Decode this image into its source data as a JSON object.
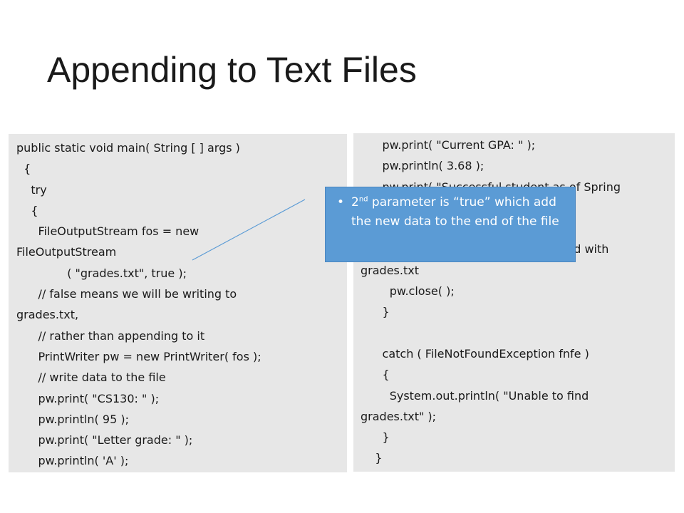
{
  "slide": {
    "title": "Appending to Text Files"
  },
  "left_code": [
    "public static void main( String [ ] args )",
    "  {",
    "    try",
    "    {",
    "      FileOutputStream fos = new",
    "FileOutputStream",
    "              ( \"grades.txt\", true );",
    "      // false means we will be writing to",
    "grades.txt,",
    "      // rather than appending to it",
    "      PrintWriter pw = new PrintWriter( fos );",
    "      // write data to the file",
    "      pw.print( \"CS130: \" );",
    "      pw.println( 95 );",
    "      pw.print( \"Letter grade: \" );",
    "      pw.println( 'A' );"
  ],
  "right_code": [
    "      pw.print( \"Current GPA: \" );",
    "      pw.println( 3.68 );",
    "      pw.print( \"Successful student as of Spring",
    "",
    "",
    "      // release the resources associated with",
    "grades.txt",
    "        pw.close( );",
    "      }",
    "",
    "      catch ( FileNotFoundException fnfe )",
    "      {",
    "        System.out.println( \"Unable to find",
    "grades.txt\" );",
    "      }",
    "    }"
  ],
  "callout": {
    "bullet": "•",
    "number": "2",
    "ordinal": "nd",
    "text": " parameter is “true” which add the new data to the end of the file"
  },
  "colors": {
    "panel_bg": "#e7e7e7",
    "callout_bg": "#5b9bd5",
    "connector": "#5b9bd5"
  }
}
